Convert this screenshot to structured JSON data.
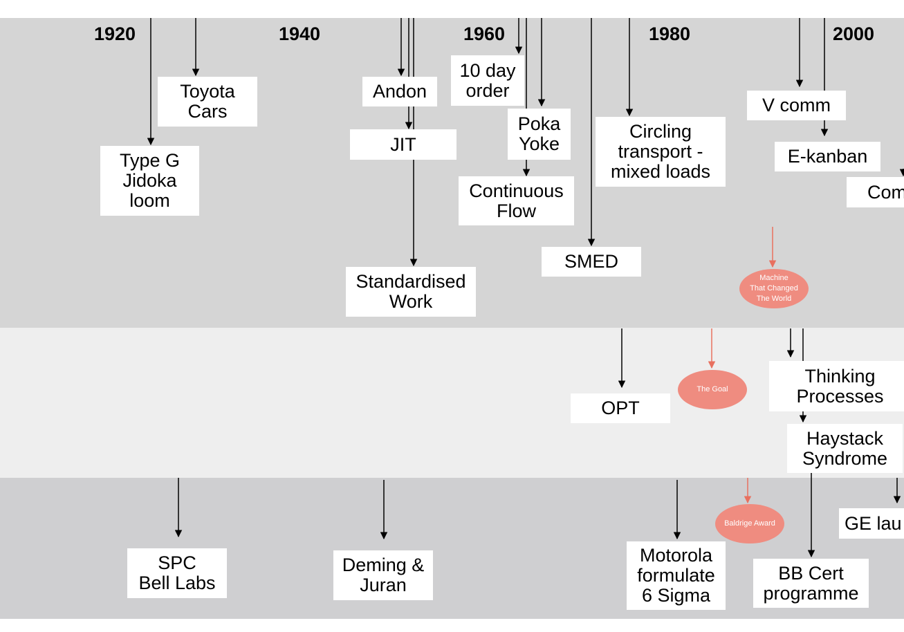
{
  "timeline": {
    "years": [
      "1920",
      "1940",
      "1960",
      "1980",
      "2000"
    ]
  },
  "lanes": {
    "top": {
      "events": [
        {
          "id": "type-g",
          "label": "Type G\nJidoka\nloom"
        },
        {
          "id": "toyota-cars",
          "label": "Toyota\nCars"
        },
        {
          "id": "andon",
          "label": "Andon"
        },
        {
          "id": "jit",
          "label": "JIT"
        },
        {
          "id": "standardised-work",
          "label": "Standardised\nWork"
        },
        {
          "id": "ten-day-order",
          "label": "10 day\norder"
        },
        {
          "id": "poka-yoke",
          "label": "Poka\nYoke"
        },
        {
          "id": "continuous-flow",
          "label": "Continuous\nFlow"
        },
        {
          "id": "smed",
          "label": "SMED"
        },
        {
          "id": "circling-transport",
          "label": "Circling\ntransport -\nmixed loads"
        },
        {
          "id": "v-comm",
          "label": "V comm"
        },
        {
          "id": "e-kanban",
          "label": "E-kanban"
        },
        {
          "id": "com-cut",
          "label": "Com"
        }
      ],
      "milestones": [
        {
          "id": "machine-changed-world",
          "label": "Machine\nThat Changed\nThe World"
        }
      ]
    },
    "middle": {
      "events": [
        {
          "id": "opt",
          "label": "OPT"
        },
        {
          "id": "thinking-processes",
          "label": "Thinking\nProcesses"
        },
        {
          "id": "haystack-syndrome",
          "label": "Haystack\nSyndrome"
        }
      ],
      "milestones": [
        {
          "id": "the-goal",
          "label": "The Goal"
        }
      ]
    },
    "bottom": {
      "events": [
        {
          "id": "spc-bell-labs",
          "label": "SPC\nBell Labs"
        },
        {
          "id": "deming-juran",
          "label": "Deming &\nJuran"
        },
        {
          "id": "motorola",
          "label": "Motorola\nformulate\n6 Sigma"
        },
        {
          "id": "bb-cert",
          "label": "BB Cert\nprogramme"
        },
        {
          "id": "ge-launch",
          "label": "GE lau"
        }
      ],
      "milestones": [
        {
          "id": "baldrige-award",
          "label": "Baldrige Award"
        }
      ]
    }
  },
  "colors": {
    "band_top": "#d5d5d5",
    "band_middle": "#eeeeee",
    "band_bottom": "#cfcfd1",
    "milestone": "#ef8c80",
    "connector": "#000000",
    "milestone_connector": "#e8705f"
  }
}
